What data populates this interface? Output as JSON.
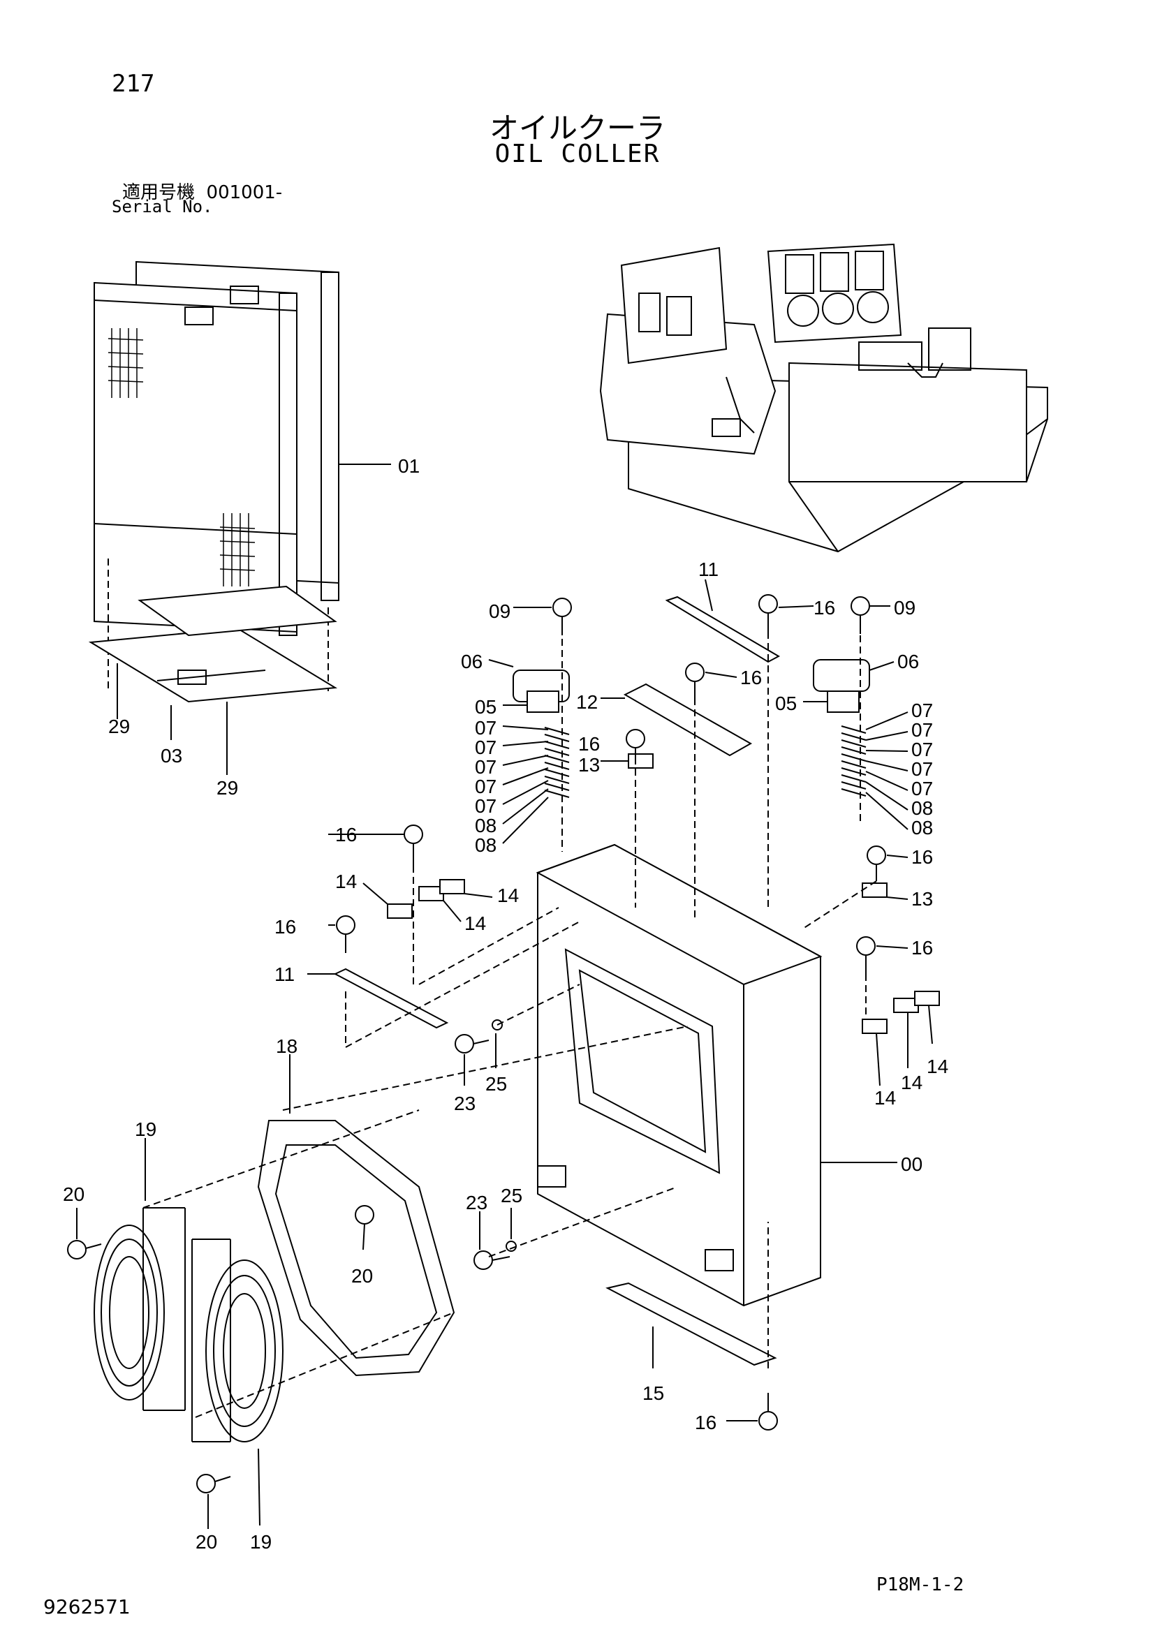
{
  "header": {
    "page_number": "217",
    "title_jp": "オイルクーラ",
    "title_en": "OIL COLLER",
    "serial_label_jp": "適用号機",
    "serial_value": "001001-",
    "serial_label_en": "Serial No."
  },
  "footer": {
    "drawing_number": "9262571",
    "page_code": "P18M-1-2"
  },
  "callouts": [
    {
      "id": "c01",
      "text": "01"
    },
    {
      "id": "c29a",
      "text": "29"
    },
    {
      "id": "c03",
      "text": "03"
    },
    {
      "id": "c29b",
      "text": "29"
    },
    {
      "id": "c11a",
      "text": "11"
    },
    {
      "id": "c16a",
      "text": "16"
    },
    {
      "id": "c09a",
      "text": "09"
    },
    {
      "id": "c09b",
      "text": "09"
    },
    {
      "id": "c06a",
      "text": "06"
    },
    {
      "id": "c06b",
      "text": "06"
    },
    {
      "id": "c16b",
      "text": "16"
    },
    {
      "id": "c05a",
      "text": "05"
    },
    {
      "id": "c12",
      "text": "12"
    },
    {
      "id": "c05b",
      "text": "05"
    },
    {
      "id": "c07a",
      "text": "07"
    },
    {
      "id": "c07b",
      "text": "07"
    },
    {
      "id": "c07c",
      "text": "07"
    },
    {
      "id": "c07d",
      "text": "07"
    },
    {
      "id": "c07e",
      "text": "07"
    },
    {
      "id": "c08a",
      "text": "08"
    },
    {
      "id": "c08b",
      "text": "08"
    },
    {
      "id": "c16c",
      "text": "16"
    },
    {
      "id": "c13a",
      "text": "13"
    },
    {
      "id": "c07f",
      "text": "07"
    },
    {
      "id": "c07g",
      "text": "07"
    },
    {
      "id": "c07h",
      "text": "07"
    },
    {
      "id": "c07i",
      "text": "07"
    },
    {
      "id": "c07j",
      "text": "07"
    },
    {
      "id": "c08c",
      "text": "08"
    },
    {
      "id": "c08d",
      "text": "08"
    },
    {
      "id": "c16d",
      "text": "16"
    },
    {
      "id": "c14a",
      "text": "14"
    },
    {
      "id": "c14b",
      "text": "14"
    },
    {
      "id": "c14c",
      "text": "14"
    },
    {
      "id": "c16e",
      "text": "16"
    },
    {
      "id": "c13b",
      "text": "13"
    },
    {
      "id": "c16f",
      "text": "16"
    },
    {
      "id": "c11b",
      "text": "11"
    },
    {
      "id": "c16g",
      "text": "16"
    },
    {
      "id": "c18",
      "text": "18"
    },
    {
      "id": "c23a",
      "text": "23"
    },
    {
      "id": "c25a",
      "text": "25"
    },
    {
      "id": "c14d",
      "text": "14"
    },
    {
      "id": "c14e",
      "text": "14"
    },
    {
      "id": "c14f",
      "text": "14"
    },
    {
      "id": "c00",
      "text": "00"
    },
    {
      "id": "c19a",
      "text": "19"
    },
    {
      "id": "c20a",
      "text": "20"
    },
    {
      "id": "c20b",
      "text": "20"
    },
    {
      "id": "c23b",
      "text": "23"
    },
    {
      "id": "c25b",
      "text": "25"
    },
    {
      "id": "c15",
      "text": "15"
    },
    {
      "id": "c16h",
      "text": "16"
    },
    {
      "id": "c20c",
      "text": "20"
    },
    {
      "id": "c19b",
      "text": "19"
    }
  ]
}
